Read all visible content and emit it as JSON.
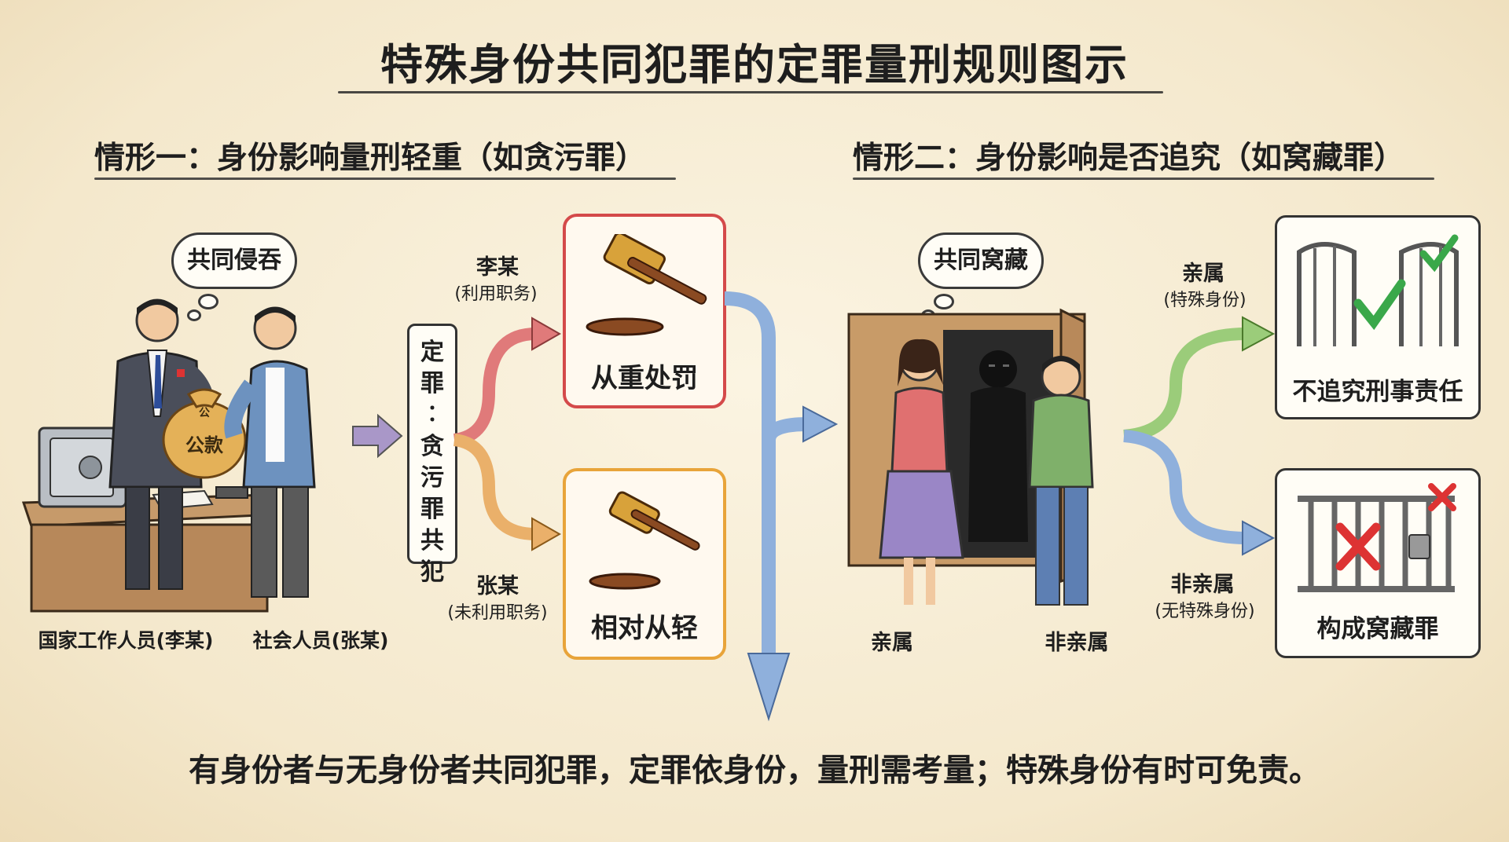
{
  "title": "特殊身份共同犯罪的定罪量刑规则图示",
  "left": {
    "heading": "情形一：身份影响量刑轻重（如贪污罪）",
    "thought": "共同侵吞",
    "bag_top": "公",
    "bag_label": "公款",
    "person1": "国家工作人员(李某)",
    "person2": "社会人员(张某)",
    "conviction": "定罪：贪污罪共犯",
    "branch_top_name": "李某",
    "branch_top_note": "(利用职务)",
    "branch_bottom_name": "张某",
    "branch_bottom_note": "(未利用职务)",
    "outcome_top": "从重处罚",
    "outcome_bottom": "相对从轻"
  },
  "right": {
    "heading": "情形二：身份影响是否追究（如窝藏罪）",
    "thought": "共同窝藏",
    "person1": "亲属",
    "person2": "非亲属",
    "branch_top_name": "亲属",
    "branch_top_note": "(特殊身份)",
    "branch_bottom_name": "非亲属",
    "branch_bottom_note": "(无特殊身份)",
    "result_top": "不追究刑事责任",
    "result_bottom": "构成窝藏罪"
  },
  "footer": "有身份者与无身份者共同犯罪，定罪依身份，量刑需考量；特殊身份有时可免责。",
  "colors": {
    "red": "#d44a4a",
    "orange": "#e8a43a",
    "blue": "#7fa3d6",
    "green": "#8cc26a",
    "purple": "#a997c8"
  }
}
